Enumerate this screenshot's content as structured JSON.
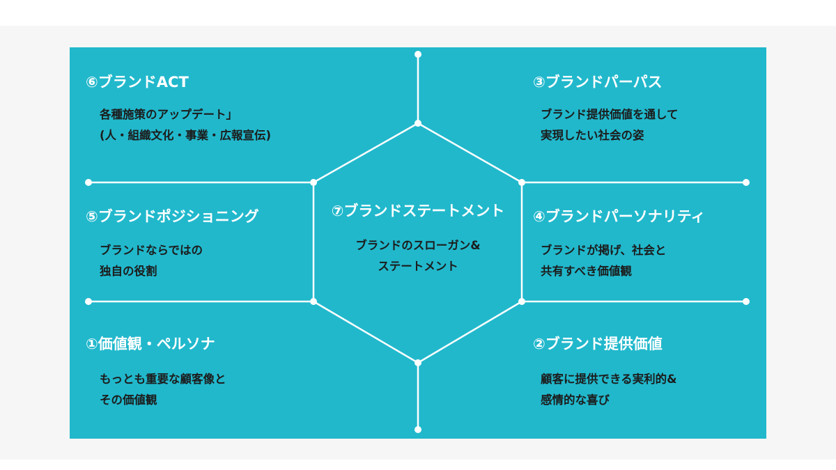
{
  "colors": {
    "panel": "#21b8cc",
    "line": "#ffffff",
    "heading": "#ffffff",
    "body": "#1c1c1c"
  },
  "center": {
    "title": "⑦ブランドステートメント",
    "lines": [
      "ブランドのスローガン&",
      "ステートメント"
    ]
  },
  "sections": [
    {
      "id": "brand-act",
      "title": "⑥ブランドACT",
      "lines": [
        "各種施策のアップデート」",
        "(人・組織文化・事業・広報宣伝)"
      ]
    },
    {
      "id": "brand-purpose",
      "title": "③ブランドパーパス",
      "lines": [
        "ブランド提供価値を通して",
        "実現したい社会の姿"
      ]
    },
    {
      "id": "brand-positioning",
      "title": "⑤ブランドポジショニング",
      "lines": [
        "ブランドならではの",
        "独自の役割"
      ]
    },
    {
      "id": "brand-personality",
      "title": "④ブランドパーソナリティ",
      "lines": [
        "ブランドが掲げ、社会と",
        "共有すべき価値観"
      ]
    },
    {
      "id": "values-persona",
      "title": "①価値観・ペルソナ",
      "lines": [
        "もっとも重要な顧客像と",
        "その価値観"
      ]
    },
    {
      "id": "brand-value",
      "title": "②ブランド提供価値",
      "lines": [
        "顧客に提供できる実利的&",
        "感情的な喜び"
      ]
    }
  ]
}
